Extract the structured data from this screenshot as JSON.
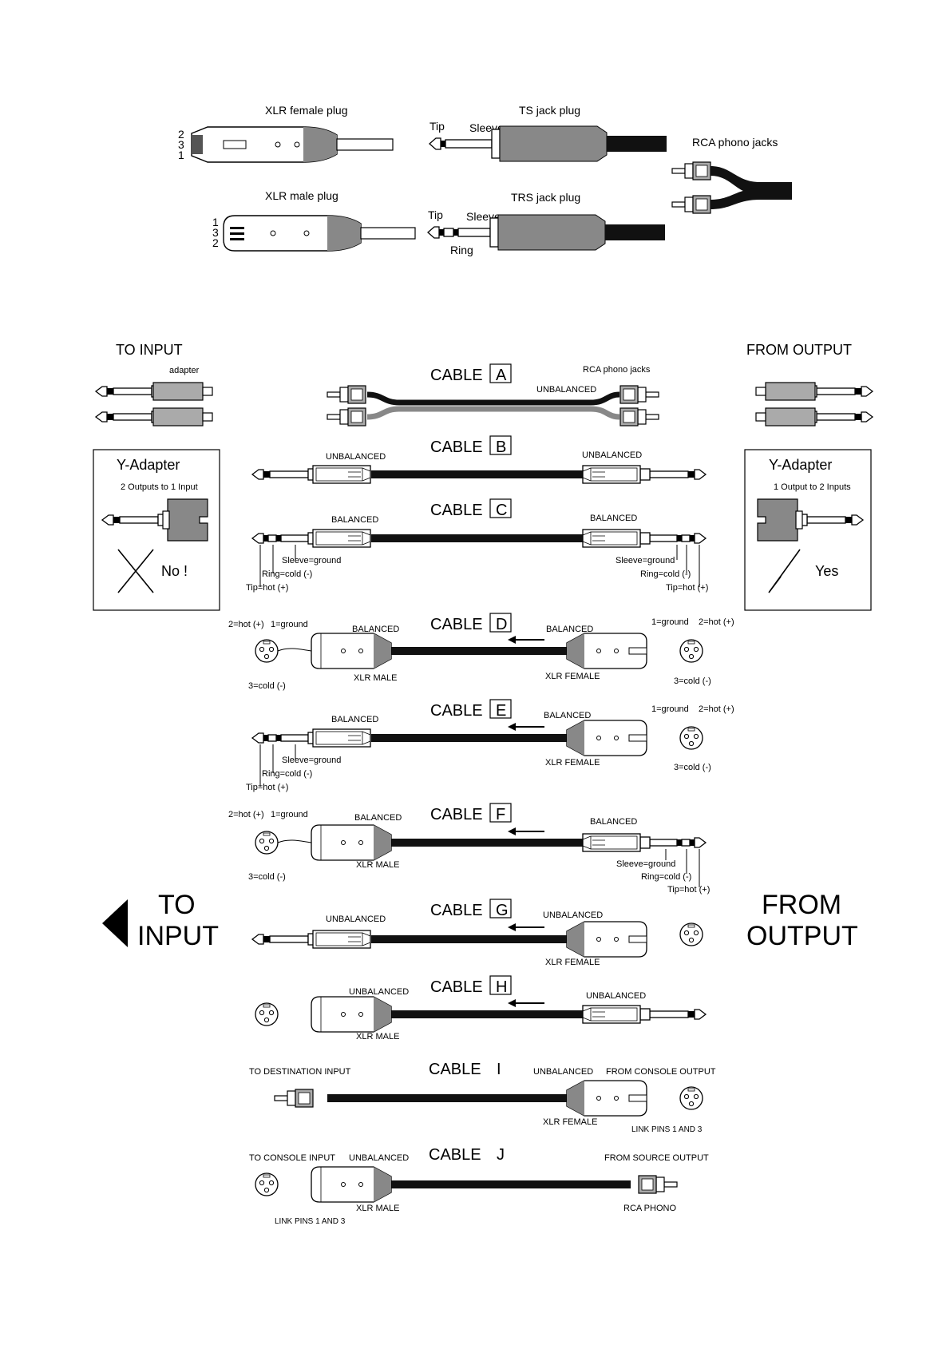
{
  "connectors": {
    "xlr_female": {
      "label": "XLR female plug",
      "pins": [
        "2",
        "3",
        "1"
      ]
    },
    "xlr_male": {
      "label": "XLR male plug",
      "pins": [
        "1",
        "3",
        "2"
      ]
    },
    "ts_jack": {
      "label": "TS jack plug",
      "tip": "Tip",
      "sleeve": "Sleeve"
    },
    "trs_jack": {
      "label": "TRS jack plug",
      "tip": "Tip",
      "sleeve": "Sleeve",
      "ring": "Ring"
    },
    "rca": {
      "label": "RCA phono jacks"
    }
  },
  "sides": {
    "to_input": "TO INPUT",
    "from_output": "FROM OUTPUT",
    "adapter": "adapter",
    "big_to": "TO",
    "big_input": "INPUT",
    "big_from": "FROM",
    "big_output": "OUTPUT"
  },
  "y_left": {
    "title": "Y-Adapter",
    "subtitle": "2 Outputs to 1 Input",
    "verdict": "No !"
  },
  "y_right": {
    "title": "Y-Adapter",
    "subtitle": "1 Output to 2 Inputs",
    "verdict": "Yes"
  },
  "cables": {
    "a": {
      "title": "CABLE",
      "letter": "A",
      "rca": "RCA phono jacks",
      "unbal": "UNBALANCED"
    },
    "b": {
      "title": "CABLE",
      "letter": "B",
      "left": "UNBALANCED",
      "right": "UNBALANCED"
    },
    "c": {
      "title": "CABLE",
      "letter": "C",
      "left": "BALANCED",
      "right": "BALANCED",
      "sleeve": "Sleeve=ground",
      "ring": "Ring=cold (-)",
      "tip": "Tip=hot (+)"
    },
    "d": {
      "title": "CABLE",
      "letter": "D",
      "left": "BALANCED",
      "right": "BALANCED",
      "hot": "2=hot (+)",
      "gnd": "1=ground",
      "cold": "3=cold (-)",
      "male": "XLR MALE",
      "female": "XLR FEMALE"
    },
    "e": {
      "title": "CABLE",
      "letter": "E",
      "left": "BALANCED",
      "right": "BALANCED",
      "sleeve": "Sleeve=ground",
      "ring": "Ring=cold (-)",
      "tip": "Tip=hot (+)",
      "gnd": "1=ground",
      "hot": "2=hot (+)",
      "cold": "3=cold (-)",
      "female": "XLR FEMALE"
    },
    "f": {
      "title": "CABLE",
      "letter": "F",
      "left": "BALANCED",
      "right": "BALANCED",
      "hot": "2=hot (+)",
      "gnd": "1=ground",
      "cold": "3=cold (-)",
      "male": "XLR MALE",
      "sleeve": "Sleeve=ground",
      "ring": "Ring=cold (-)",
      "tip": "Tip=hot (+)"
    },
    "g": {
      "title": "CABLE",
      "letter": "G",
      "left": "UNBALANCED",
      "right": "UNBALANCED",
      "female": "XLR FEMALE"
    },
    "h": {
      "title": "CABLE",
      "letter": "H",
      "left": "UNBALANCED",
      "right": "UNBALANCED",
      "male": "XLR MALE"
    },
    "i": {
      "title": "CABLE",
      "letter": "I",
      "dest": "TO DESTINATION INPUT",
      "unbal": "UNBALANCED",
      "from": "FROM CONSOLE OUTPUT",
      "female": "XLR FEMALE",
      "link": "LINK PINS 1 AND 3"
    },
    "j": {
      "title": "CABLE",
      "letter": "J",
      "to": "TO CONSOLE INPUT",
      "unbal": "UNBALANCED",
      "from": "FROM SOURCE OUTPUT",
      "male": "XLR MALE",
      "rca": "RCA PHONO",
      "link": "LINK PINS 1 AND 3"
    }
  }
}
